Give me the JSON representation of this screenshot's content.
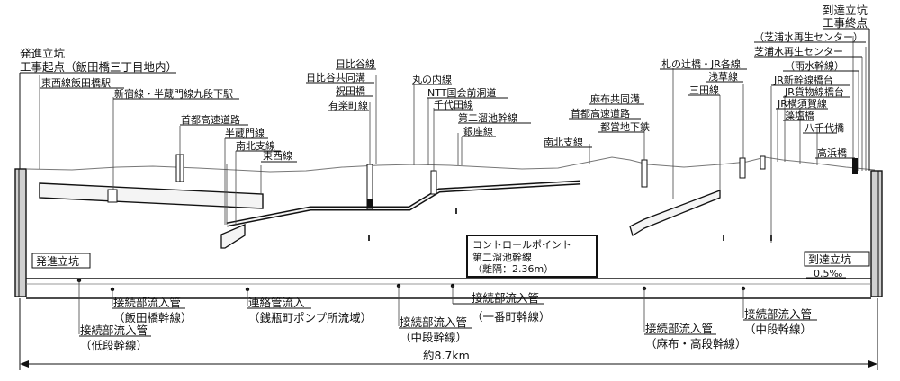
{
  "colors": {
    "line": "#111111",
    "ground": "#777777",
    "tunnel_fill": "#f4f4f4",
    "shaft_fill": "#d0d0d0"
  },
  "start": {
    "title_line1": "発進立坑",
    "title_line2": "工事起点（飯田橋三丁目地内）",
    "box_label": "発進立坑"
  },
  "end": {
    "title_line1": "到達立坑",
    "title_line2": "工事終点",
    "box_label": "到達立坑",
    "gradient": "0.5‰"
  },
  "top_labels": {
    "tozai_iidabashi": "東西線飯田橋駅",
    "shinjuku_hanzomon": "新宿線・半蔵門線九段下駅",
    "shuto_1": "首都高速道路",
    "hanzomon": "半蔵門線",
    "nanboku_1": "南北支線",
    "tozai": "東西線",
    "hibiya": "日比谷線",
    "hibiya_kyodo": "日比谷共同溝",
    "iwaibashi": "祝田橋",
    "yurakucho": "有楽町線",
    "marunouchi": "丸の内線",
    "ntt": "NTT国会前洞道",
    "chiyoda": "千代田線",
    "dai2_tamaike": "第二溜池幹線",
    "ginza": "銀座線",
    "nanboku_2": "南北支線",
    "azabu_kyodo": "麻布共同溝",
    "shuto_2": "首都高速道路",
    "toei": "都営地下鉄",
    "fudanotsuji": "札の辻橋・JR各線",
    "asakusa": "浅草線",
    "mita": "三田線",
    "shibaura_center_paren": "（芝浦水再生センター）",
    "shibaura_center": "芝浦水再生センター",
    "amamizu": "（雨水幹線）",
    "jr_shinkansen": "JR新幹線橋台",
    "jr_kamotsu": "JR貨物線橋台",
    "jr_yokosuka": "JR横須賀線",
    "moshio": "藻塩橋",
    "yachiyo": "八千代橋",
    "takahama": "高浜橋"
  },
  "control_point": {
    "line1": "コントロールポイント",
    "line2": "第二溜池幹線",
    "line3": "（離隔：2.36m）"
  },
  "bottom_labels": {
    "c1_line1": "接続部流入管",
    "c1_line2": "（低段幹線）",
    "c2_line1": "接続部流入管",
    "c2_line2": "（飯田橋幹線）",
    "c3_line1": "連絡管流入",
    "c3_line2": "（銭瓶町ポンプ所流域）",
    "c4_line1": "接続部流入管",
    "c4_line2": "（中段幹線）",
    "c5_line1": "接続部流入管",
    "c5_line2": "（一番町幹線）",
    "c6_line1": "接続部流入管",
    "c6_line2": "（麻布・高段幹線）",
    "c7_line1": "接続部流入管",
    "c7_line2": "（中段幹線）"
  },
  "total_length": "約8.7km"
}
